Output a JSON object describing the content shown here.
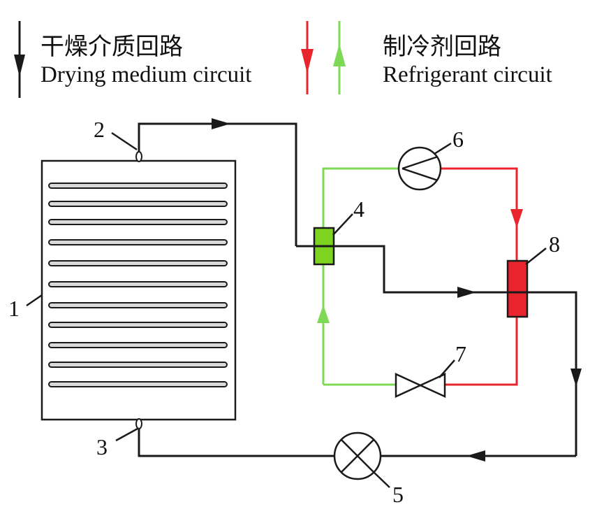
{
  "legend": {
    "drying": {
      "label_cn": "干燥介质回路",
      "label_en": "Drying medium circuit"
    },
    "refrigerant": {
      "label_cn": "制冷剂回路",
      "label_en": "Refrigerant circuit"
    }
  },
  "components": {
    "dryer": "1",
    "inlet": "2",
    "outlet": "3",
    "hx_green": "4",
    "fan": "5",
    "compressor": "6",
    "valve": "7",
    "hx_red": "8"
  },
  "colors": {
    "drying": "#1a1a1a",
    "refrigerant_hot": "#e8252c",
    "refrigerant_cold": "#7ed957",
    "hx4_fill": "#7ed321",
    "hx8_fill": "#e8252c",
    "shelf_fill": "#d9d9d9"
  }
}
